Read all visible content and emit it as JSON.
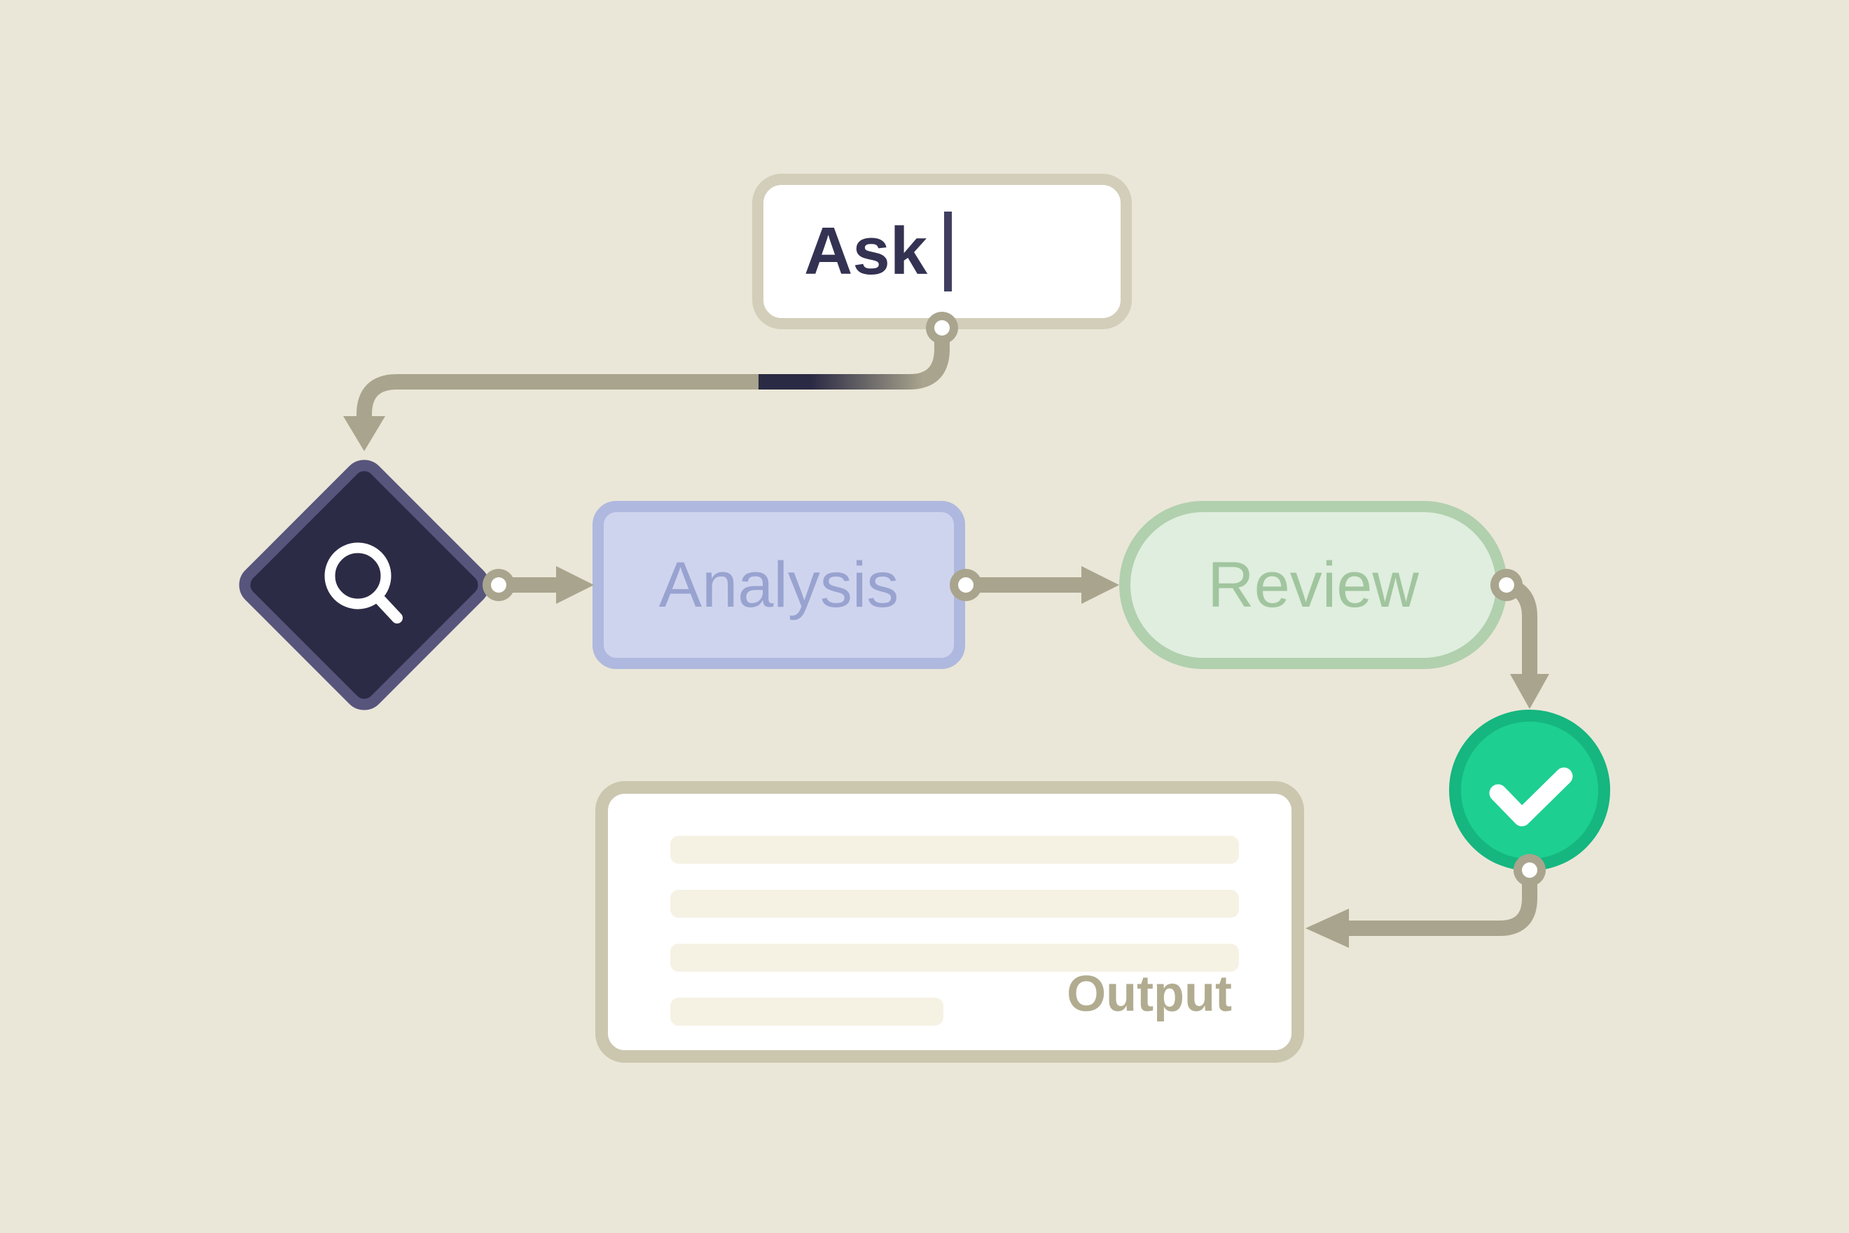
{
  "diagram": {
    "description": "AI query workflow flowchart",
    "background": "#EAE7D8",
    "nodes": {
      "ask": {
        "label": "Ask",
        "cursor": "|"
      },
      "search": {
        "icon": "magnifier-icon"
      },
      "analysis": {
        "label": "Analysis"
      },
      "review": {
        "label": "Review"
      },
      "approved": {
        "icon": "checkmark-icon"
      },
      "output": {
        "label": "Output",
        "placeholder_bar_count": 4
      }
    },
    "flow_order": [
      "ask",
      "search",
      "analysis",
      "review",
      "approved",
      "output"
    ],
    "colors": {
      "background": "#EAE7D8",
      "connector": "#A9A48D",
      "pulse_segment": "#2B2A44",
      "ask_border": "#D3CEB9",
      "ask_text": "#333252",
      "diamond_fill": "#2C2B45",
      "diamond_border": "#57557C",
      "analysis_fill": "#CFD4EE",
      "analysis_border": "#AFB8DE",
      "analysis_text": "#99A3D0",
      "review_fill": "#DFEEDE",
      "review_border": "#B1D0AE",
      "review_text": "#A1C59F",
      "check_fill": "#1DCF91",
      "check_ring": "#15B67F",
      "output_border": "#CBC6AE",
      "output_text": "#B1AC90",
      "placeholder_bar": "#F5F2E4",
      "port_ring": "#A9A48D",
      "port_hole": "#FFFFFF"
    }
  }
}
